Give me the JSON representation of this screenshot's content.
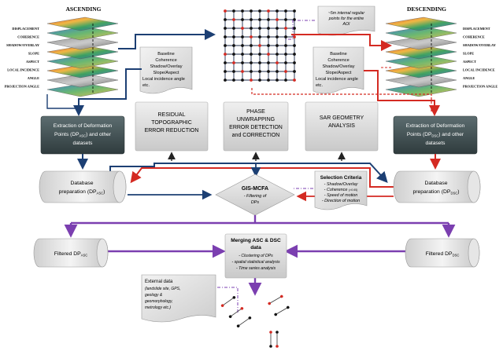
{
  "stacks": {
    "ascending": {
      "title": "ASCENDING",
      "layers": [
        "DISPLACEMENT",
        "COHERENCE",
        "SHADOW/OVERLAY",
        "SLOPE",
        "ASPECT",
        "LOCAL INCIDENCE",
        "ANGLE",
        "PROJECTION ANGLE"
      ]
    },
    "descending": {
      "title": "DESCENDING",
      "layers": [
        "DISPLACEMENT",
        "COHERENCE",
        "SHADOW/OVERLAY",
        "SLOPE",
        "ASPECT",
        "LOCAL INCIDENCE",
        "ANGLE",
        "PROJECTION ANGLE"
      ]
    }
  },
  "grid_note": [
    "~5m internal regular",
    "points for the entire",
    "AOI"
  ],
  "param_list_left": [
    "Baseline",
    "Coherence",
    "Shadow/Overlay",
    "Slope/Aspect",
    "Local incidence angle",
    "etc."
  ],
  "param_list_right": [
    "Baseline",
    "Coherence",
    "Shadow/Overlay",
    "Slope/Aspect",
    "Local incidence angle",
    "etc."
  ],
  "extraction_left": [
    "Extraction of Deformation",
    "Points (DP",
    "ASC",
    ") and other",
    "datasets"
  ],
  "extraction_right": [
    "Extraction of Deformation",
    "Points (DP",
    "DSC",
    ") and other",
    "datasets"
  ],
  "residual": [
    "RESIDUAL",
    "TOPOGRAPHIC",
    "ERROR REDUCTION"
  ],
  "phase": [
    "PHASE",
    "UNWRAPPING",
    "ERROR DETECTION",
    "and CORRECTION"
  ],
  "sar": [
    "SAR GEOMETRY",
    "ANALYSIS"
  ],
  "db_left": [
    "Database",
    "preparation (DP",
    "ASC",
    ")"
  ],
  "db_right": [
    "Database",
    "preparation (DP",
    "DSC",
    ")"
  ],
  "gis": [
    "GIS-MCFA",
    "- Filtering of",
    "DPs"
  ],
  "criteria": {
    "title": "Selection Criteria",
    "items": [
      "- Shadow/Overlay",
      "- Coherence",
      "- Speed of motion",
      "- Direction of motion"
    ],
    "coherence_suffix": "(>0.65)"
  },
  "filtered_left": [
    "Filtered DP",
    "ASC"
  ],
  "filtered_right": [
    "Filtered DP",
    "DSC"
  ],
  "merge": {
    "title": [
      "Merging ASC & DSC",
      "data"
    ],
    "items": [
      "- Clustering of DPs",
      "- spatial statistical analysis",
      "- Time series analysis"
    ]
  },
  "external": [
    "External data",
    "(landslide site, GPS,",
    "geology &",
    "geomorphology,",
    "metrology etc.)"
  ],
  "colors": {
    "blue": "#1c3f73",
    "red": "#d42a22",
    "purple": "#7b3fb0",
    "dark_box": "#3f4e50",
    "light_box": "#d7d7d7"
  }
}
